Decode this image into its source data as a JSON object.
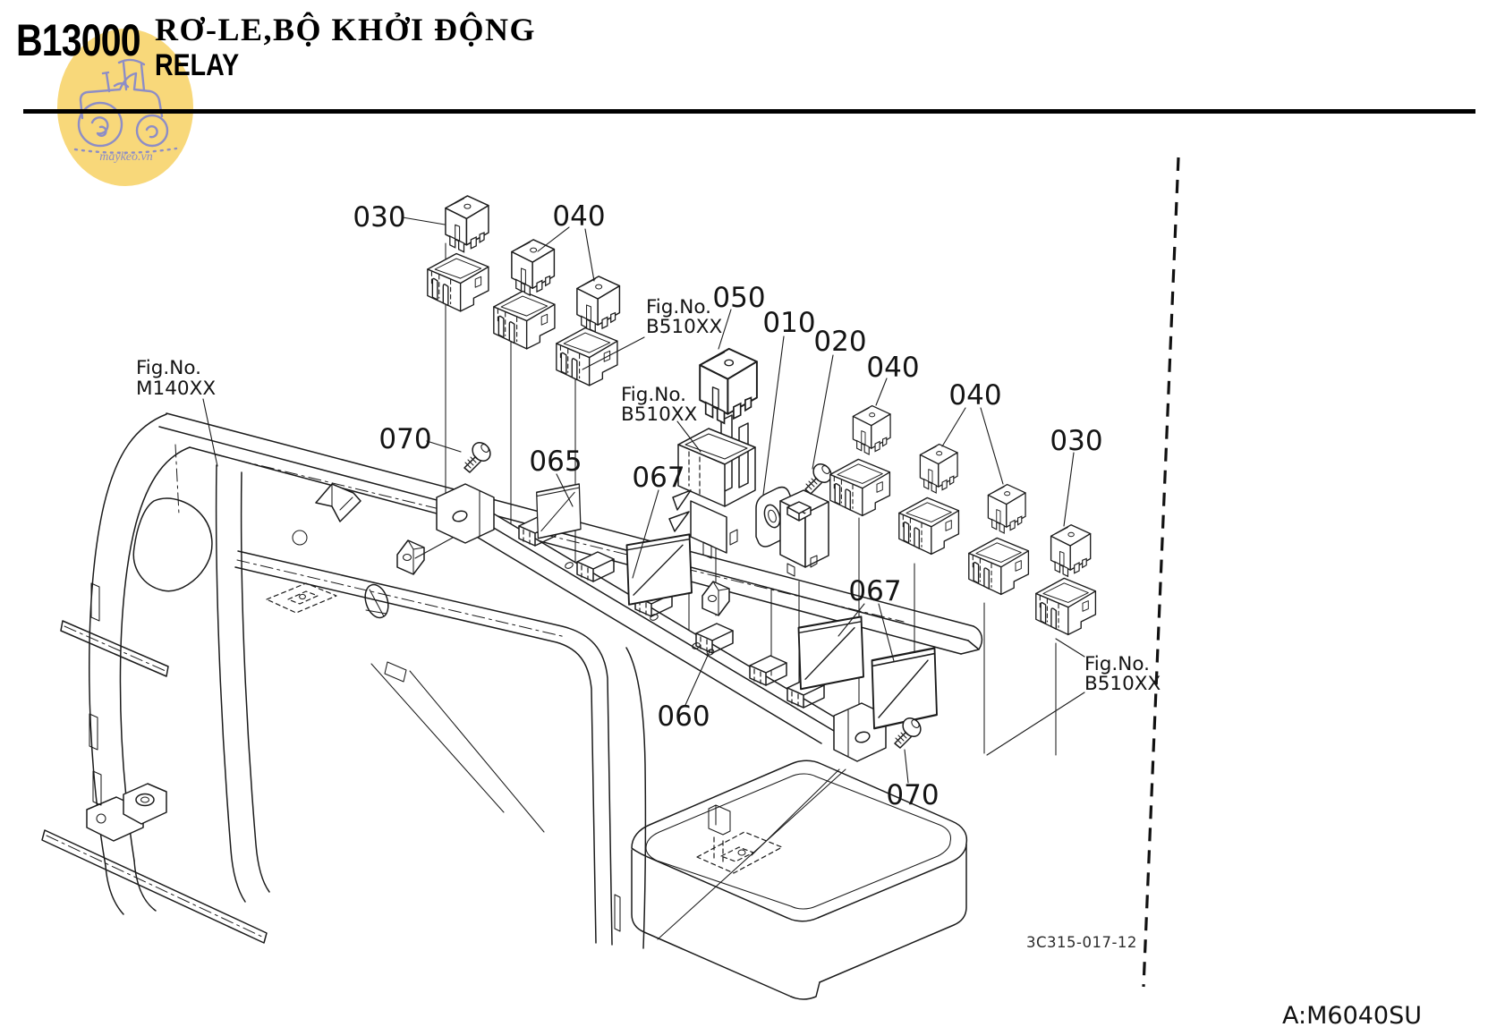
{
  "page": {
    "section_code": "B13000",
    "title_primary": "RƠ-LE,BỘ KHỞI ĐỘNG",
    "title_secondary": "RELAY",
    "drawing_number": "3C315-017-12",
    "model_code": "A:M6040SU"
  },
  "watermark": {
    "site": "maykeo.vn"
  },
  "diagram": {
    "callouts": {
      "c030_left": "030",
      "c040_left": "040",
      "c050": "050",
      "c010": "010",
      "c020": "020",
      "c040_mid": "040",
      "c040_right": "040",
      "c030_right": "030",
      "c070_top": "070",
      "c065": "065",
      "c067_left": "067",
      "c067_right": "067",
      "c060": "060",
      "c070_bottom": "070"
    },
    "fig_refs": {
      "m140": {
        "label": "Fig.No.",
        "code": "M140XX"
      },
      "b510_top": {
        "label": "Fig.No.",
        "code": "B510XX"
      },
      "b510_mid": {
        "label": "Fig.No.",
        "code": "B510XX"
      },
      "b510_right": {
        "label": "Fig.No.",
        "code": "B510XX"
      }
    }
  }
}
